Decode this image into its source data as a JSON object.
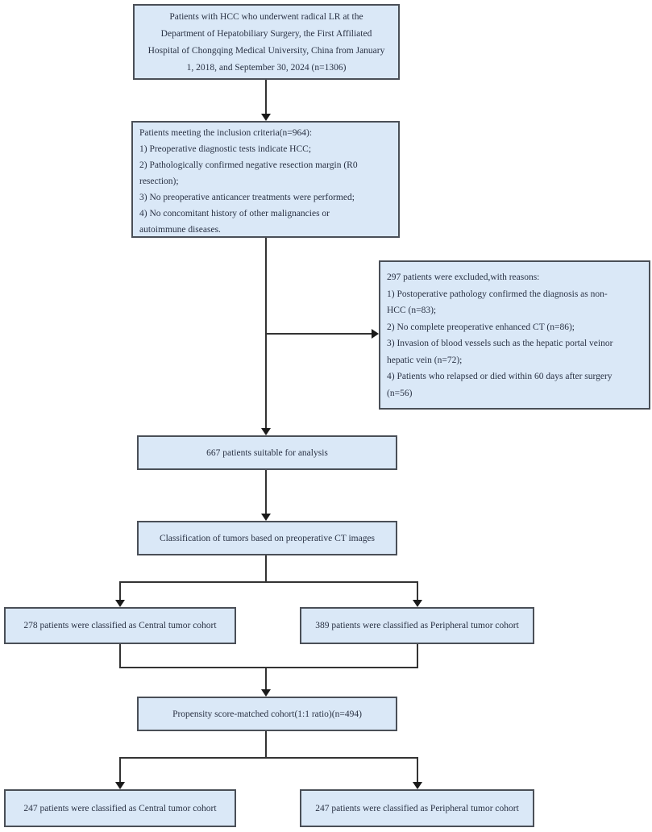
{
  "flowchart": {
    "type": "patient-selection-flow-diagram",
    "boxes": {
      "initial": {
        "text": "Patients with HCC who underwent radical LR at the\nDepartment of Hepatobiliary Surgery, the First Affiliated\nHospital of Chongqing Medical University, China from January\n1, 2018, and September 30, 2024 (n=1306)",
        "n": 1306
      },
      "inclusion": {
        "text": "Patients meeting the inclusion criteria(n=964):\n 1) Preoperative diagnostic tests indicate HCC;\n 2) Pathologically confirmed negative resection margin (R0\nresection);\n 3) No preoperative anticancer treatments were performed;\n 4) No concomitant history of other malignancies or\nautoimmune diseases.",
        "n": 964
      },
      "exclusion": {
        "text": "297 patients were excluded,with reasons:\n 1) Postoperative pathology confirmed the diagnosis as non-\nHCC (n=83);\n 2) No complete preoperative enhanced CT (n=86);\n 3) Invasion of blood vessels such as the hepatic portal veinor\nhepatic vein (n=72);\n 4) Patients who relapsed or died within 60 days after surgery\n(n=56)",
        "n": 297
      },
      "analysis": {
        "text": "667 patients suitable for analysis",
        "n": 667
      },
      "classification": {
        "text": "Classification of tumors based on preoperative CT images"
      },
      "central_cohort": {
        "text": "278 patients were classified as Central tumor cohort",
        "n": 278
      },
      "peripheral_cohort": {
        "text": "389 patients were classified as Peripheral tumor cohort",
        "n": 389
      },
      "psm": {
        "text": "Propensity score-matched cohort(1:1 ratio)(n=494)",
        "n": 494
      },
      "matched_central": {
        "text": "247 patients were classified as Central tumor cohort",
        "n": 247
      },
      "matched_peripheral": {
        "text": "247 patients were classified as Peripheral tumor cohort",
        "n": 247
      }
    },
    "colors": {
      "box_fill": "#dae8f7",
      "box_border": "#4a4f57",
      "connector": "#333333",
      "arrowhead": "#1a1a1a",
      "text": "#2a3244",
      "background": "#ffffff"
    }
  }
}
